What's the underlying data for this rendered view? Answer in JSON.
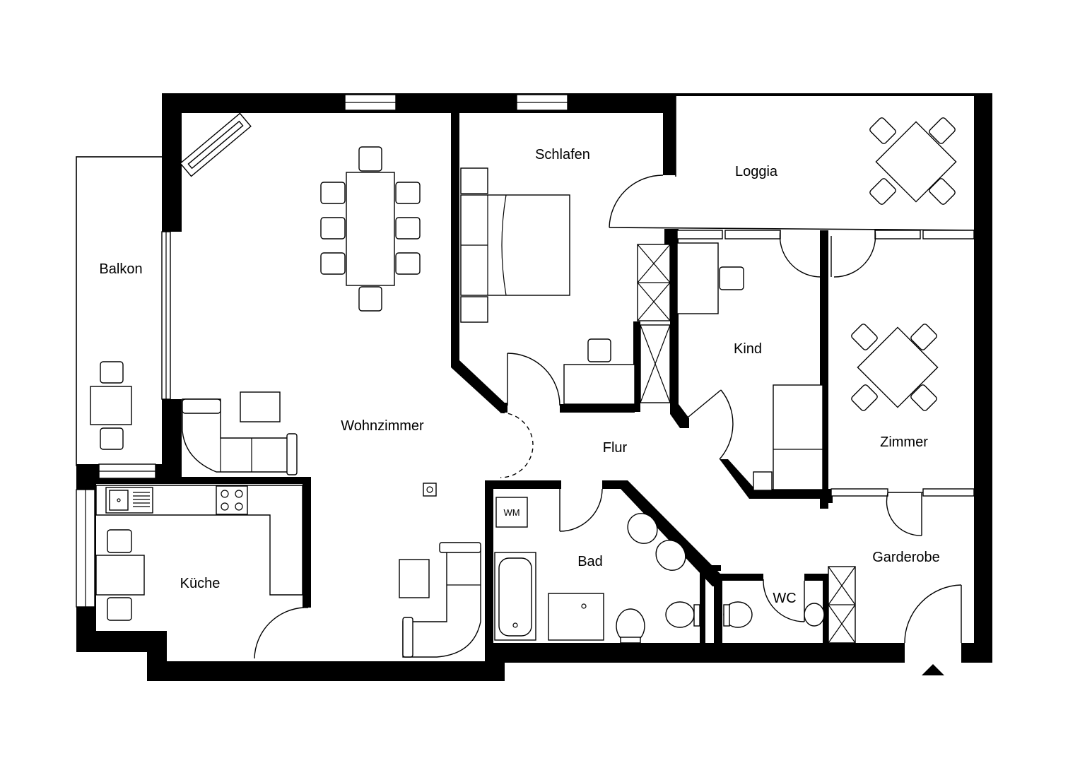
{
  "floor_plan": {
    "rooms": {
      "balkon": "Balkon",
      "wohnzimmer": "Wohnzimmer",
      "schlafen": "Schlafen",
      "loggia": "Loggia",
      "kind": "Kind",
      "zimmer": "Zimmer",
      "flur": "Flur",
      "kueche": "Küche",
      "bad": "Bad",
      "wc": "WC",
      "garderobe": "Garderobe"
    },
    "fixtures": {
      "washing_machine": "WM"
    },
    "entrance": "entrance-arrow-icon"
  }
}
